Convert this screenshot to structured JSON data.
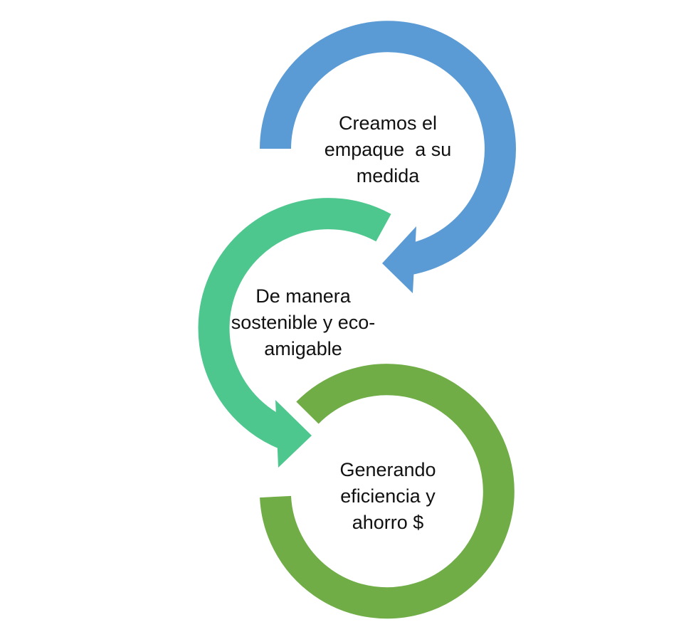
{
  "steps": [
    {
      "color": "#5B9BD5",
      "lines": [
        "Creamos el",
        "empaque  a su",
        "medida"
      ]
    },
    {
      "color": "#4EC78E",
      "lines": [
        "De manera",
        "sostenible y eco-",
        "amigable"
      ]
    },
    {
      "color": "#70AD47",
      "lines": [
        "Generando",
        "eficiencia y",
        "ahorro $"
      ]
    }
  ]
}
